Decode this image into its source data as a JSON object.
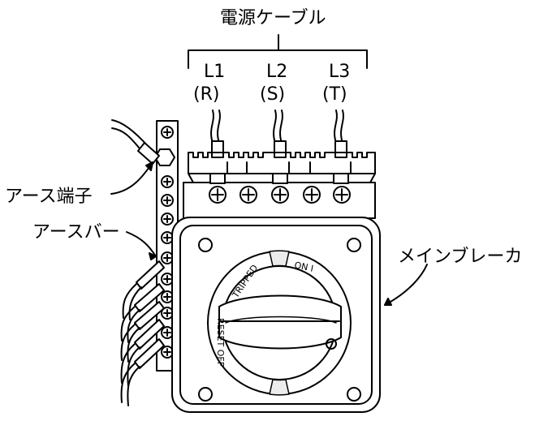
{
  "labels": {
    "power_cable": "電源ケーブル",
    "phase_1": "L1",
    "phase_1_sub": "(R)",
    "phase_2": "L2",
    "phase_2_sub": "(S)",
    "phase_3": "L3",
    "phase_3_sub": "(T)",
    "earth_terminal": "アース端子",
    "earth_bar": "アースバー",
    "main_breaker": "メインブレーカ"
  },
  "breaker_knob": {
    "on": "ON I",
    "tripped": "TRIPPED",
    "reset_off": "RESET OFF"
  },
  "colors": {
    "line": "#000000",
    "background": "#ffffff",
    "knob_band": "#ececec"
  }
}
